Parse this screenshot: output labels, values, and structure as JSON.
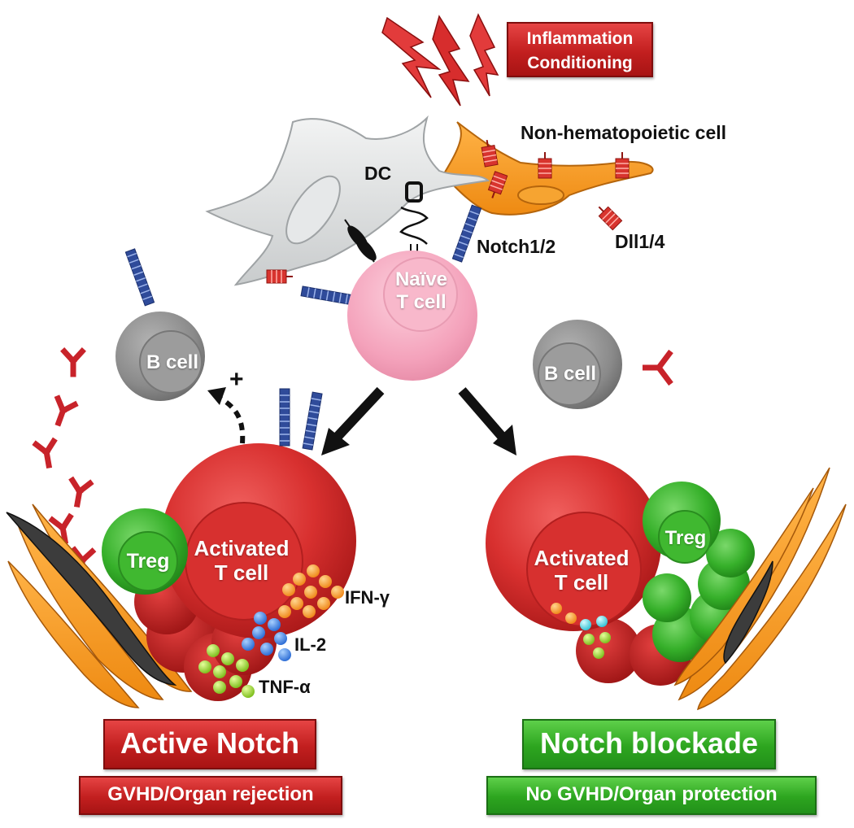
{
  "top_banner": {
    "line1": "Inflammation",
    "line2": "Conditioning"
  },
  "labels": {
    "dc": "DC",
    "non_hematopoietic": "Non-hematopoietic cell",
    "notch_receptor": "Notch1/2",
    "ligand": "Dll1/4",
    "naive_t_line1": "Naïve",
    "naive_t_line2": "T cell",
    "b_cell_left": "B cell",
    "b_cell_right": "B cell",
    "plus": "+",
    "treg_left": "Treg",
    "treg_right": "Treg",
    "activated_left_line1": "Activated",
    "activated_left_line2": "T cell",
    "activated_right_line1": "Activated",
    "activated_right_line2": "T cell",
    "ifn": "IFN-γ",
    "il2": "IL-2",
    "tnf": "TNF-α"
  },
  "outcomes": {
    "left_title": "Active Notch",
    "left_subtitle": "GVHD/Organ rejection",
    "right_title": "Notch blockade",
    "right_subtitle": "No GVHD/Organ protection"
  },
  "colors": {
    "red": "#c8232a",
    "green": "#38b02a",
    "pink": "#f6a9c1",
    "gray": "#8c8c8c",
    "orange": "#f39a1f",
    "notch_blue": "#2f4b9a",
    "dc_gray": "#dcdedf"
  }
}
